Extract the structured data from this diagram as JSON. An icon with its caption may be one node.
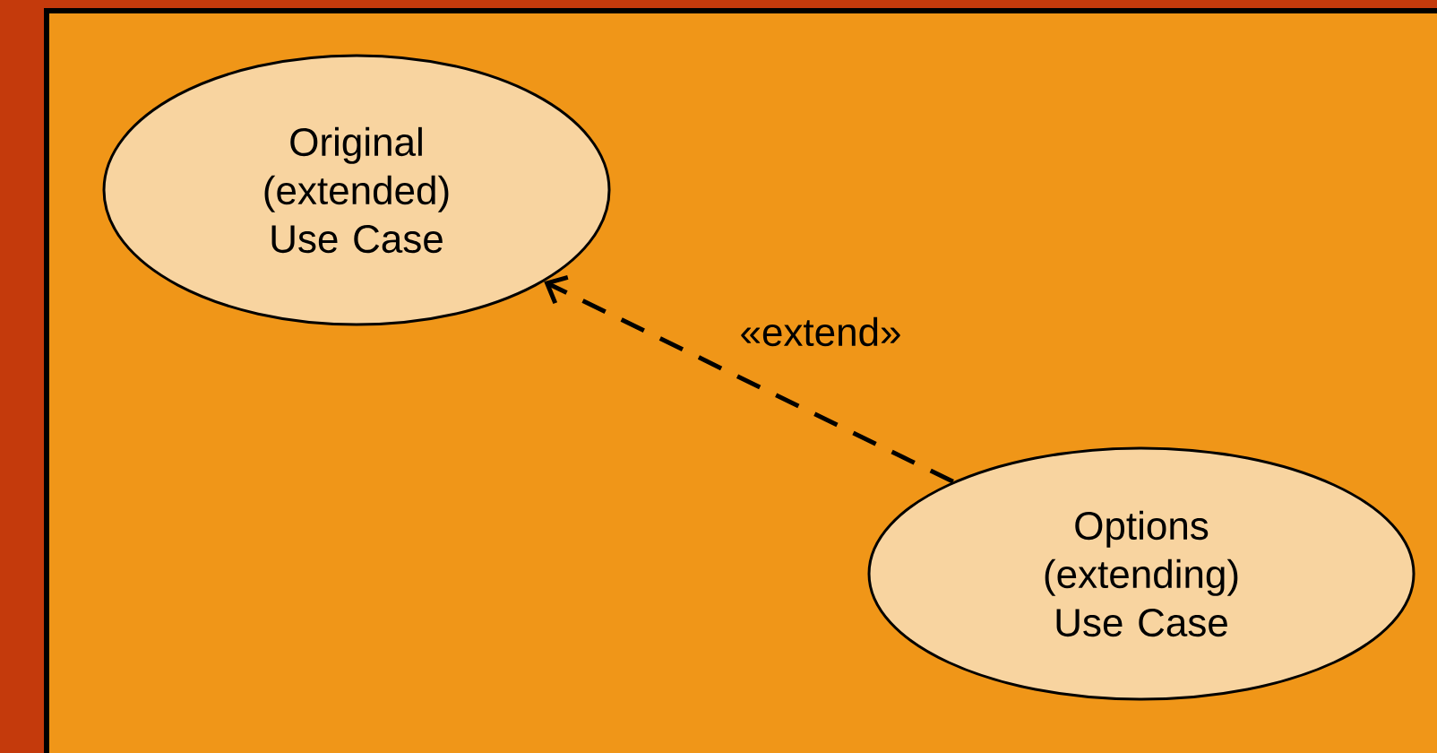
{
  "diagram": {
    "nodes": [
      {
        "text": [
          "Original (extended) Use Case"
        ]
      },
      {
        "text": [
          "Options (extending) Use Case"
        ]
      }
    ],
    "edges": [
      {
        "from": 1,
        "to": 0,
        "arrow": "to",
        "style": "dashed",
        "label": "«extend»"
      }
    ]
  }
}
